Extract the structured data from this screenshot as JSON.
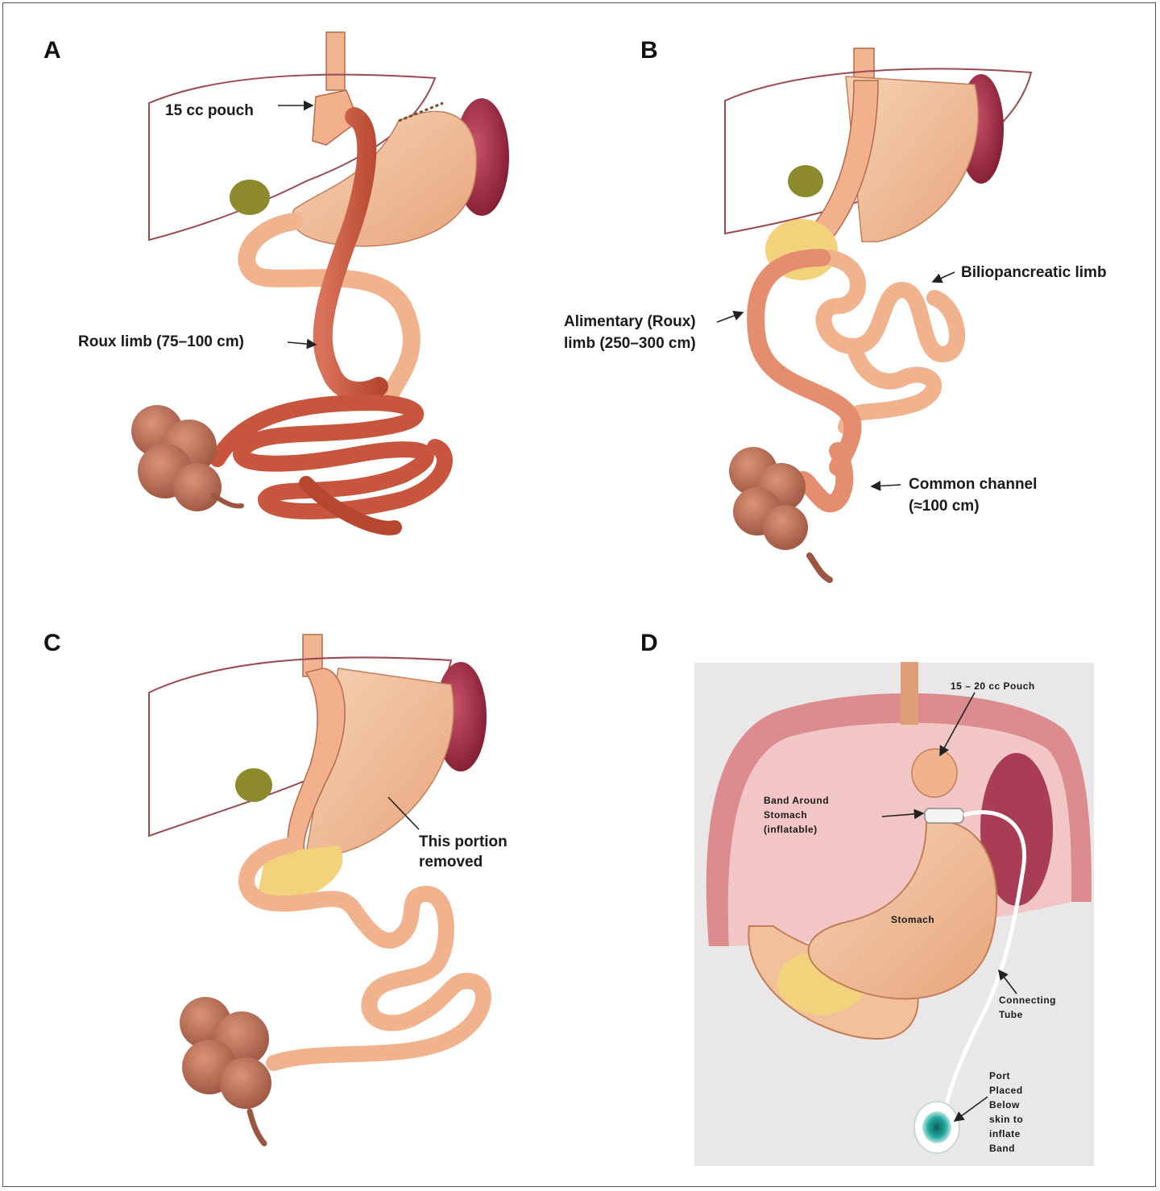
{
  "panels": {
    "a": {
      "letter": "A",
      "labels": {
        "pouch": "15 cc pouch",
        "roux_limb": "Roux limb (75–100 cm)"
      }
    },
    "b": {
      "letter": "B",
      "labels": {
        "biliopancreatic": "Biliopancreatic limb",
        "alimentary_line1": "Alimentary (Roux)",
        "alimentary_line2": "limb (250–300 cm)",
        "common_line1": "Common channel",
        "common_line2": "(≈100 cm)"
      }
    },
    "c": {
      "letter": "C",
      "labels": {
        "removed_line1": "This portion",
        "removed_line2": "removed"
      }
    },
    "d": {
      "letter": "D",
      "labels": {
        "pouch": "15 – 20 cc Pouch",
        "band_line1": "Band Around",
        "band_line2": "Stomach",
        "band_line3": "(inflatable)",
        "stomach": "Stomach",
        "tube_line1": "Connecting",
        "tube_line2": "Tube",
        "port_line1": "Port",
        "port_line2": "Placed",
        "port_line3": "Below",
        "port_line4": "skin to",
        "port_line5": "inflate",
        "port_line6": "Band"
      }
    }
  },
  "colors": {
    "liver_outline": "#9b4a52",
    "stomach": "#f2c09b",
    "small_bowel": "#f0b38e",
    "roux_limb": "#c8553d",
    "spleen": "#a4283f",
    "gallbladder": "#8c8a2c",
    "colon": "#b9715a",
    "fat": "#f2d27a",
    "panel_d_bg": "#e9e7e8",
    "panel_d_liver": "#f3c6c6",
    "port": "#1f9e96"
  }
}
